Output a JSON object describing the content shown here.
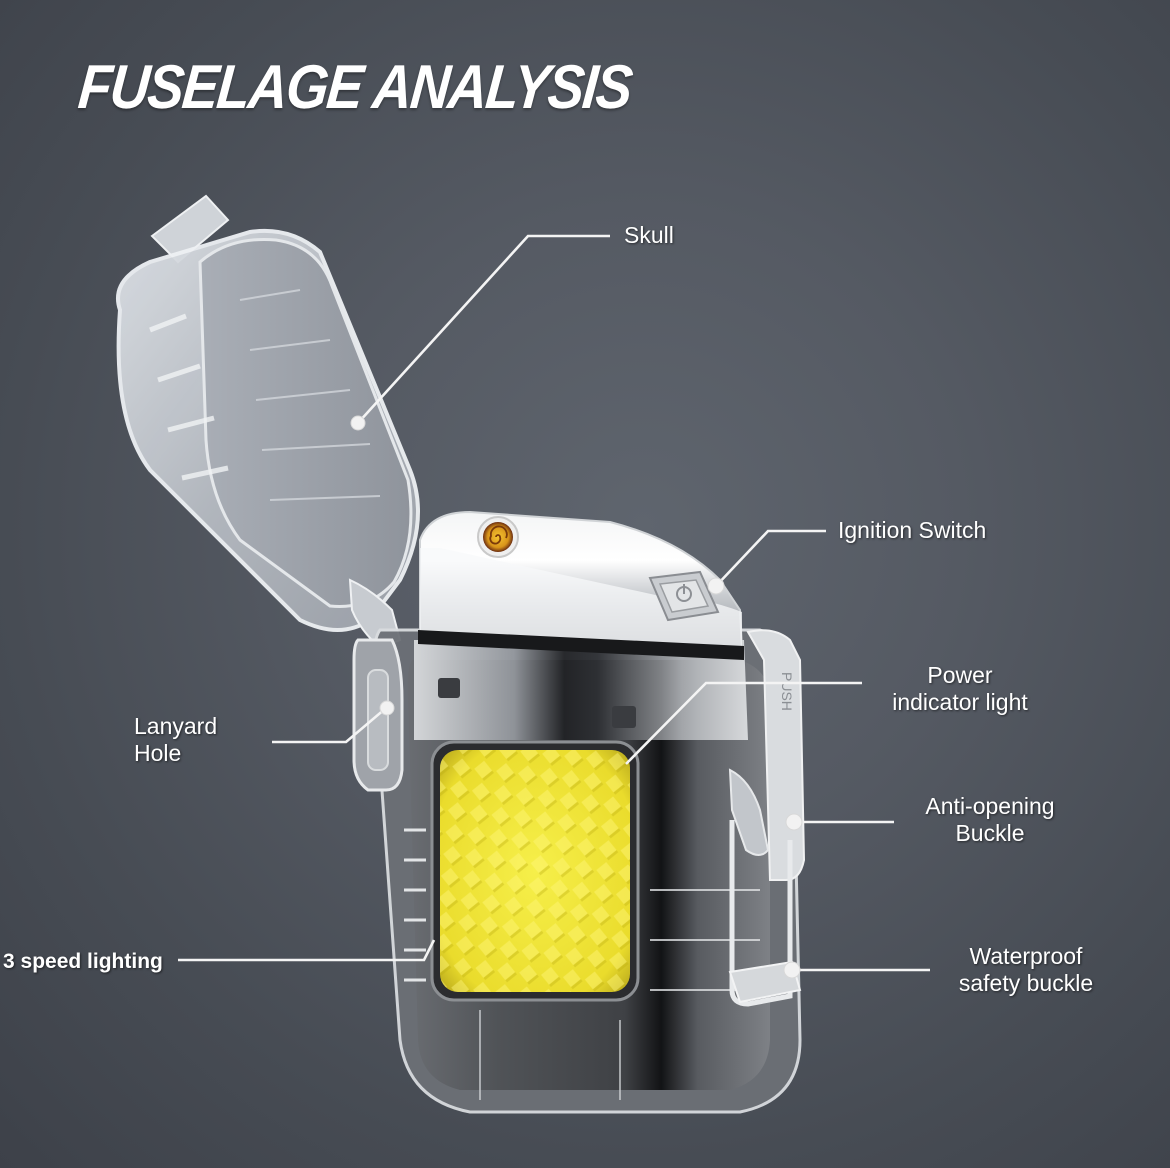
{
  "title": "FUSELAGE ANALYSIS",
  "colors": {
    "background": "#555a63",
    "title_text": "#ffffff",
    "label_text": "#ffffff",
    "leader_line": "#f4f4f4",
    "cob_light": "#f2ea3a",
    "ignition_coil": "#e8b020"
  },
  "callouts": [
    {
      "id": "skull",
      "label": "Skull",
      "target": "transparent lid"
    },
    {
      "id": "ignition_switch",
      "label": "Ignition Switch",
      "target": "top button"
    },
    {
      "id": "power_indicator",
      "label_line1": "Power",
      "label_line2": "indicator light",
      "target": "indicator window"
    },
    {
      "id": "lanyard_hole",
      "label_line1": "Lanyard",
      "label_line2": "Hole",
      "target": "left side loop"
    },
    {
      "id": "anti_opening_buckle",
      "label_line1": "Anti-opening",
      "label_line2": "Buckle",
      "target": "side latch"
    },
    {
      "id": "three_speed_lighting",
      "label": "3 speed lighting",
      "target": "COB light panel"
    },
    {
      "id": "waterproof_buckle",
      "label_line1": "Waterproof",
      "label_line2": "safety buckle",
      "target": "wire clip"
    }
  ],
  "product": {
    "embossed_text": "PUSH",
    "icons": [
      "ignition-coil-icon",
      "power-button-icon",
      "cob-light-panel"
    ]
  }
}
